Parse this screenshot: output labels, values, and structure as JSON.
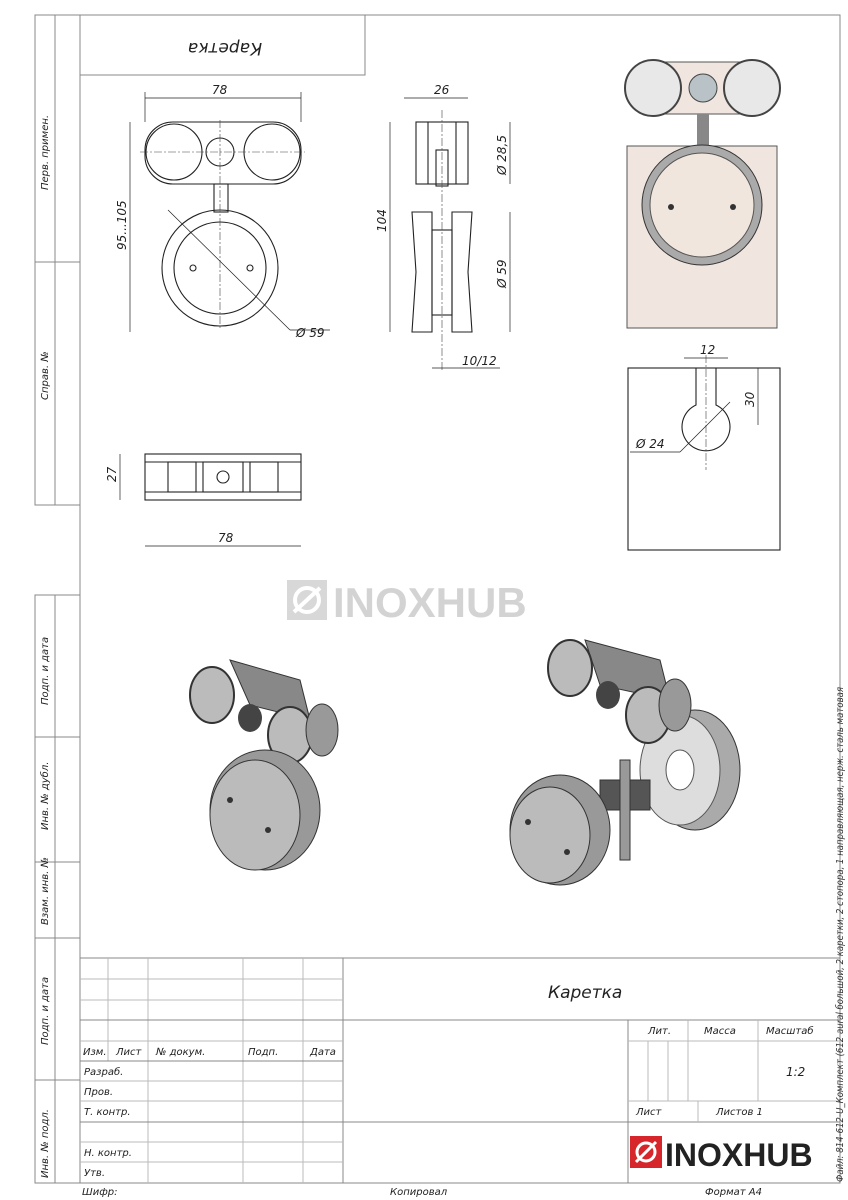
{
  "side_stamp": {
    "perv_primen": "Перв. примен.",
    "sprav_no": "Справ. №",
    "podp_data_1": "Подп. и дата",
    "inv_dubl": "Инв. № дубл.",
    "vzam_inv": "Взам. инв. №",
    "podp_data_2": "Подп. и дата",
    "inv_podl": "Инв. № подл."
  },
  "top_box_title": "Каретка",
  "dimensions": {
    "front_width": "78",
    "front_height": "95...105",
    "front_diameter": "Ø 59",
    "side_top": "26",
    "side_height": "104",
    "side_roller_dia": "Ø 28,5",
    "side_wheel_dia": "Ø 59",
    "side_thickness": "10/12",
    "top_height": "27",
    "top_width": "78",
    "slot_width": "12",
    "slot_depth": "30",
    "slot_dia": "Ø 24"
  },
  "watermark": "INOXHUB",
  "title_block": {
    "title": "Каретка",
    "headers": {
      "izm": "Изм.",
      "list": "Лист",
      "doc_no": "№ докум.",
      "podp": "Подп.",
      "data": "Дата"
    },
    "roles": [
      "Разраб.",
      "Пров.",
      "Т. контр.",
      "",
      "Н. контр.",
      "Утв."
    ],
    "lit": "Лит.",
    "massa": "Масса",
    "masshtab": "Масштаб",
    "scale_value": "1:2",
    "sheet": "Лист",
    "sheets": "Листов 1",
    "logo": "INOXHUB",
    "brand_color": "#d7262b"
  },
  "footer": {
    "shifr": "Шифр:",
    "kopiroval": "Копировал",
    "format": "Формат A4"
  },
  "file_caption": "Файл: 814-612-U_Комплект (612 aural большой, 2 каретки, 2 стопора, 1 направляющая, нерж. сталь матовая"
}
